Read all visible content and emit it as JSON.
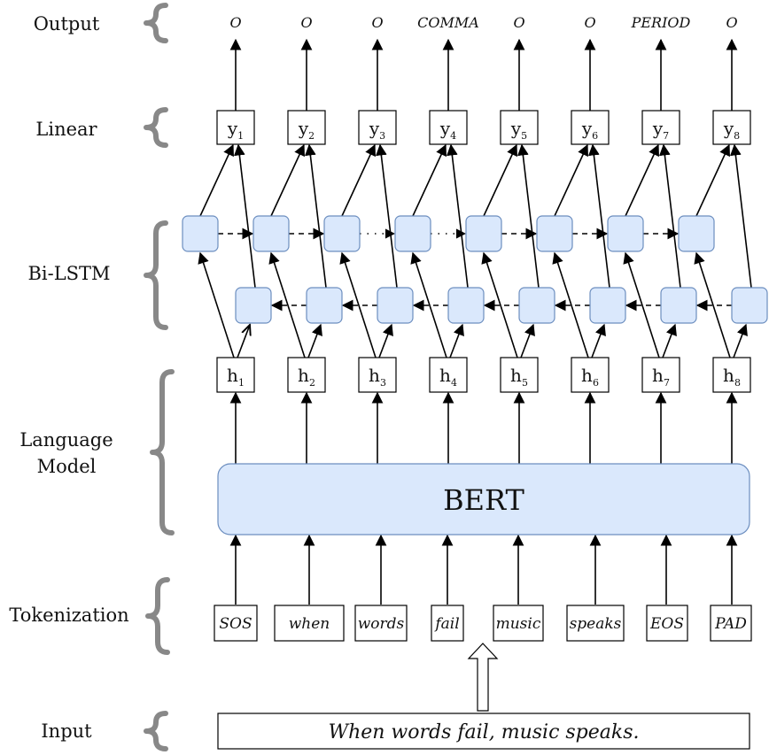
{
  "layers": {
    "output": "Output",
    "linear": "Linear",
    "bilstm": "Bi-LSTM",
    "language_model_line1": "Language",
    "language_model_line2": "Model",
    "tokenization": "Tokenization",
    "input": "Input"
  },
  "outputs": [
    "O",
    "O",
    "O",
    "COMMA",
    "O",
    "O",
    "PERIOD",
    "O"
  ],
  "linear_nodes": [
    {
      "base": "y",
      "sub": "1"
    },
    {
      "base": "y",
      "sub": "2"
    },
    {
      "base": "y",
      "sub": "3"
    },
    {
      "base": "y",
      "sub": "4"
    },
    {
      "base": "y",
      "sub": "5"
    },
    {
      "base": "y",
      "sub": "6"
    },
    {
      "base": "y",
      "sub": "7"
    },
    {
      "base": "y",
      "sub": "8"
    }
  ],
  "hidden_nodes": [
    {
      "base": "h",
      "sub": "1"
    },
    {
      "base": "h",
      "sub": "2"
    },
    {
      "base": "h",
      "sub": "3"
    },
    {
      "base": "h",
      "sub": "4"
    },
    {
      "base": "h",
      "sub": "5"
    },
    {
      "base": "h",
      "sub": "6"
    },
    {
      "base": "h",
      "sub": "7"
    },
    {
      "base": "h",
      "sub": "8"
    }
  ],
  "model_name": "BERT",
  "tokens": [
    "SOS",
    "when",
    "words",
    "fail",
    "music",
    "speaks",
    "EOS",
    "PAD"
  ],
  "input_sentence": "When words fail, music speaks.",
  "colors": {
    "cell_fill": "#dae8fc",
    "cell_stroke": "#6c8ebf",
    "brace": "#888888"
  }
}
